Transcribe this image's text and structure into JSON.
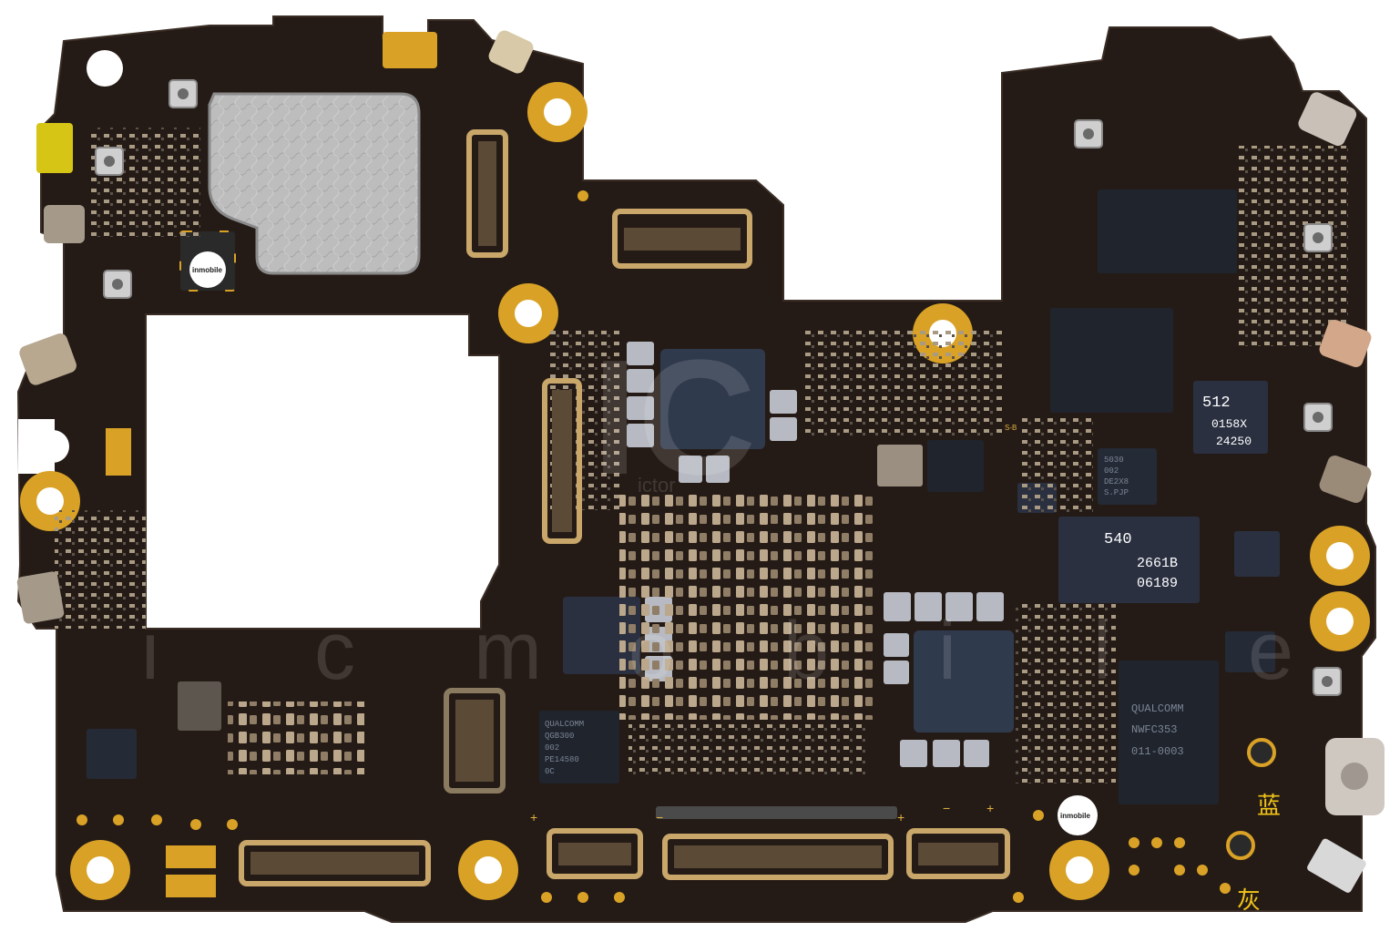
{
  "logos": [
    {
      "text": "inmobile"
    },
    {
      "text": "inmobile"
    }
  ],
  "watermark": {
    "big": "IC",
    "small": "ictor",
    "row": [
      "i",
      "c",
      "m",
      "o",
      "b",
      "i",
      "l",
      "e"
    ]
  },
  "chips": {
    "qualcomm_left": [
      "QUALCOMM",
      "QGB300",
      "002",
      "PE14580",
      "0C"
    ],
    "u512": [
      "512",
      "0158X",
      "24250"
    ],
    "u540": [
      "540",
      "2661B",
      "06189"
    ],
    "small_5030": [
      "5030",
      "002",
      "DE2X8",
      "S.PJP"
    ],
    "qualcomm_right": [
      "QUALCOMM",
      "NWFC353",
      "011-0003"
    ]
  },
  "markings": {
    "blue_label": "蓝",
    "gray_label": "灰",
    "plus": "+",
    "minus": "−",
    "silk_small": "S-B"
  },
  "colors": {
    "board": "#241a15",
    "gold": "#d9a227",
    "shield": "#b8b8b8",
    "chip": "#1f242d",
    "connector": "#c9a76a"
  }
}
